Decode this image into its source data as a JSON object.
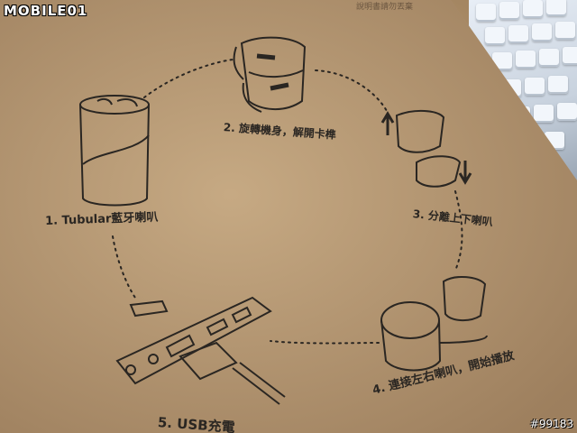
{
  "logo": "MOBILE01",
  "watermark": "#99183",
  "top_fragment": "說明書請勿丟棄",
  "steps": {
    "step1": "1. Tubular藍牙喇叭",
    "step2": "2. 旋轉機身，解開卡榫",
    "step3": "3. 分離上下喇叭",
    "step4": "4. 連接左右喇叭，開始播放",
    "step5": "5. USB充電"
  },
  "colors": {
    "cardboard": "#b89a74",
    "ink": "#2a2622",
    "keyboard": "#e8eef6"
  }
}
